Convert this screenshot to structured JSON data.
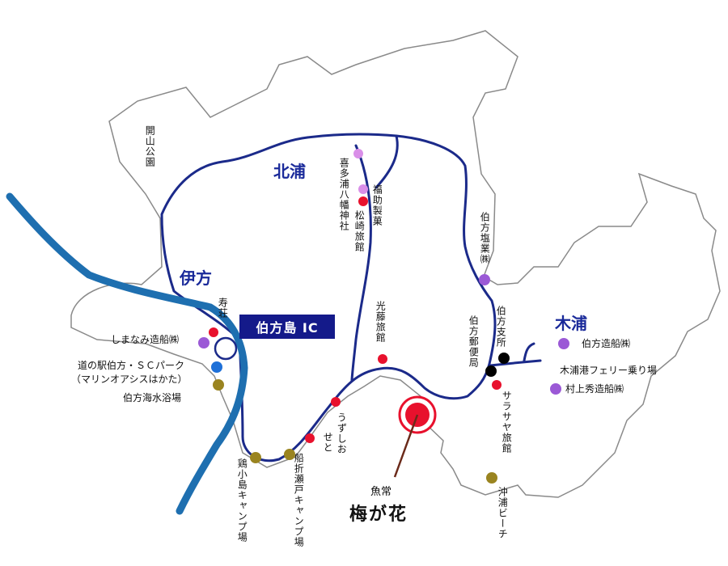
{
  "colors": {
    "land_stroke": "#8a8a8a",
    "road": "#1b2a8a",
    "highway": "#1e6fb0",
    "red_spot": "#e8112d",
    "purple_spot": "#9b59d6",
    "pink_spot": "#d98fe8",
    "blue_spot": "#1e70d8",
    "olive_spot": "#9a8420",
    "black_spot": "#000000",
    "ic_badge": "#141a8a"
  },
  "regions": {
    "kitaura": "北浦",
    "ikata": "伊方",
    "kiura": "木浦"
  },
  "ic_label": "伯方島 IC",
  "shop": {
    "small": "魚常",
    "big": "梅が花"
  },
  "labels": {
    "kaizan": "開山公園",
    "kitaura_hachiman": "喜多浦八幡神社",
    "fukusuke": "福助製菓",
    "matsuzaki": "松崎旅館",
    "hakata_salt": "伯方塩業㈱",
    "kotou": "光藤旅館",
    "kotobuki": "寿荘",
    "shimanami": "しまなみ造船㈱",
    "michinoeki": "道の駅伯方・ＳＣパーク",
    "marine": "（マリンオアシスはかた）",
    "beach": "伯方海水浴場",
    "branch": "伯方支所",
    "post": "伯方郵便局",
    "hakata_zosen": "伯方造船㈱",
    "ferry": "木浦港フェリー乗り場",
    "murakami": "村上秀造船㈱",
    "sarasaya": "サラサヤ旅館",
    "uzushio": "うずしお",
    "seto": "せと",
    "funaori": "船折瀬戸キャンプ場",
    "niwatori": "鶏小島キャンプ場",
    "okiura": "沖浦ビーチ"
  }
}
